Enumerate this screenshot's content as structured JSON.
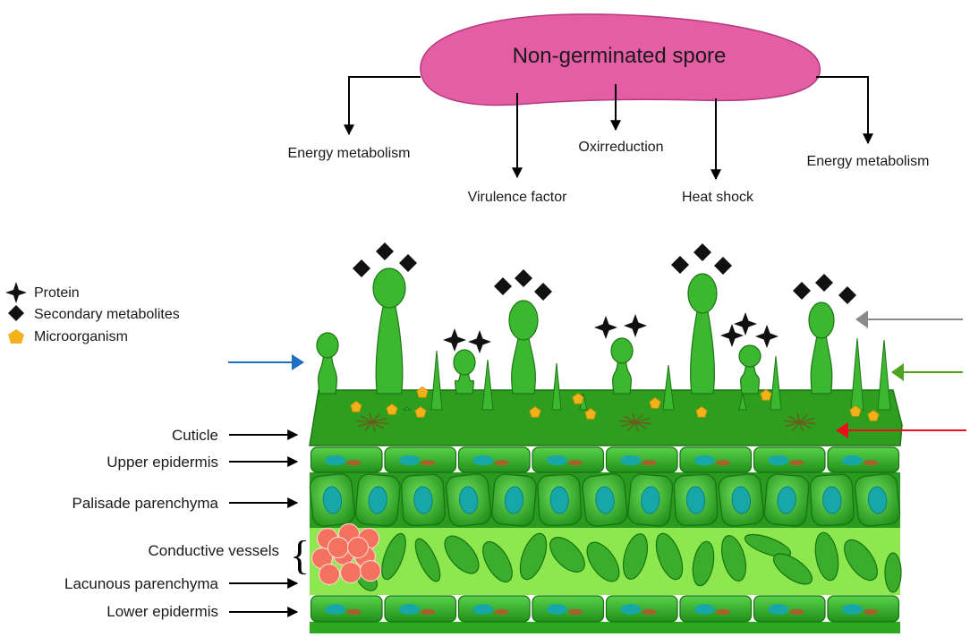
{
  "spore": {
    "title": "Non-germinated spore",
    "color": "#e55ea5",
    "processes": [
      "Energy metabolism",
      "Virulence factor",
      "Oxirreduction",
      "Heat shock",
      "Energy metabolism"
    ]
  },
  "legend": {
    "items": [
      {
        "icon": "star-icon",
        "label": "Protein"
      },
      {
        "icon": "diamond-icon",
        "label": "Secondary metabolites"
      },
      {
        "icon": "pentagon-icon",
        "label": "Microorganism"
      }
    ]
  },
  "leaf_layers": [
    "Cuticle",
    "Upper epidermis",
    "Palisade parenchyma",
    "Conductive vessels",
    "Lacunous parenchyma",
    "Lower epidermis"
  ],
  "pointer_colors": {
    "blue": "#1f6fc0",
    "gray": "#8a8a8a",
    "green": "#4fa21f",
    "red": "#e8101a"
  },
  "tissue_colors": {
    "surface": "#2e9e1f",
    "cells": "#3cb832",
    "nucleus": "#18a7a8",
    "lacunous_bg": "#8de84f",
    "vessel": "#f2715f",
    "microorganism": "#f2b21c"
  }
}
